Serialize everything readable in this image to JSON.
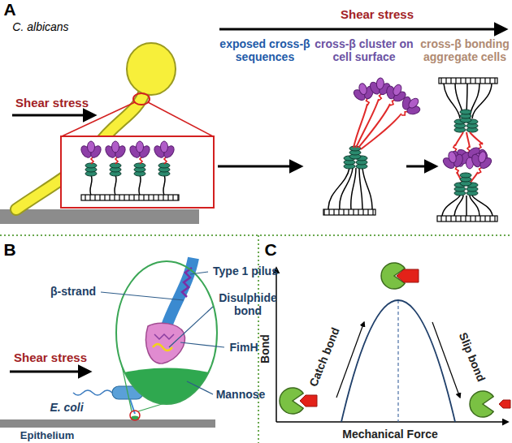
{
  "diagram": {
    "labels": [
      "A",
      "C. albicans",
      "Shear stress",
      "exposed cross-β sequences",
      "cross-β cluster on cell surface",
      "cross-β bonding aggregate cells",
      "Shear stress",
      "B",
      "C",
      "Type 1 pilus",
      "β-strand",
      "Disulphide bond",
      "FimH",
      "Shear stress",
      "Mannose",
      "E. coli",
      "Epithelium",
      "Catch bond",
      "Slip bond",
      "Bond",
      "Mechanical Force"
    ]
  }
}
